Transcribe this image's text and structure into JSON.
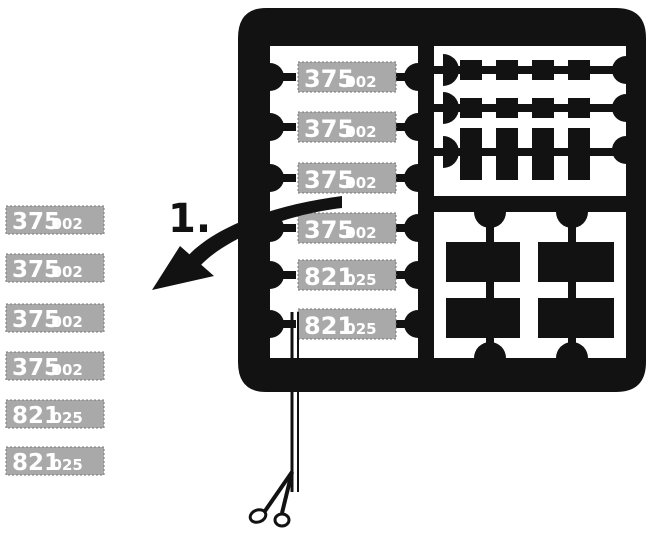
{
  "step_label": "1.",
  "colors": {
    "frame": "#121212",
    "plate": "#a9a9a9",
    "plate_text": "#ffffff",
    "background": "#ffffff"
  },
  "sprue_plates": [
    {
      "big": "375",
      "small": "002"
    },
    {
      "big": "375",
      "small": "002"
    },
    {
      "big": "375",
      "small": "002"
    },
    {
      "big": "375",
      "small": "002"
    },
    {
      "big": "821",
      "small": "025"
    },
    {
      "big": "821",
      "small": "025"
    }
  ],
  "loose_plates": [
    {
      "big": "375",
      "small": "002"
    },
    {
      "big": "375",
      "small": "002"
    },
    {
      "big": "375",
      "small": "002"
    },
    {
      "big": "375",
      "small": "002"
    },
    {
      "big": "821",
      "small": "025"
    },
    {
      "big": "821",
      "small": "025"
    }
  ],
  "icons": {
    "tool": "scissors-icon",
    "arrow": "curved-arrow-icon"
  }
}
